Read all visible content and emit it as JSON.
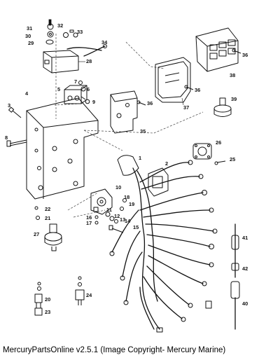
{
  "callouts": [
    "1",
    "2",
    "4",
    "3",
    "5",
    "6",
    "7",
    "8",
    "9",
    "10",
    "11",
    "12",
    "13",
    "14",
    "15",
    "16",
    "17",
    "18",
    "19",
    "20",
    "21",
    "22",
    "23",
    "24",
    "25",
    "26",
    "27",
    "28",
    "29",
    "30",
    "31",
    "32",
    "33",
    "34",
    "35",
    "36",
    "37",
    "38",
    "39",
    "40",
    "41",
    "42"
  ],
  "footer": "MercuryPartsOnline v2.5.1 (Image Copyright- Mercury Marine)"
}
